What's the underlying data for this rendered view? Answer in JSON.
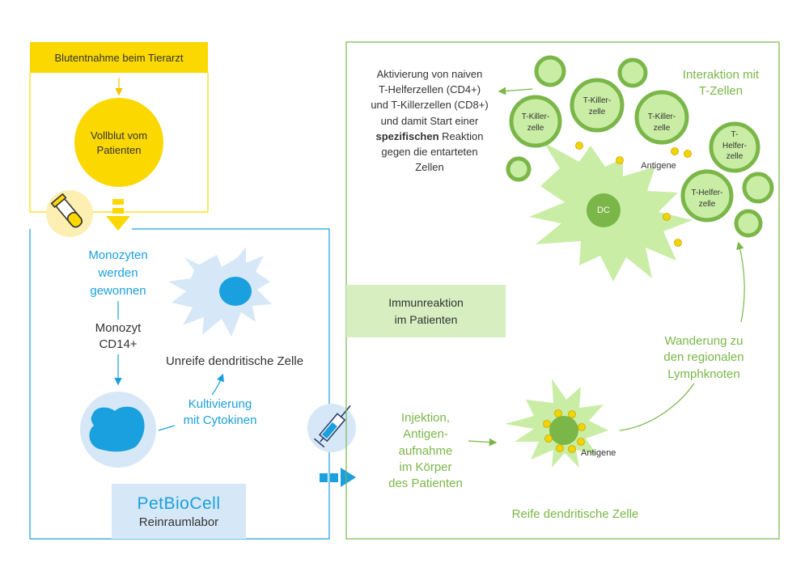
{
  "blood_draw": "Blutentnahme beim Tierarzt",
  "whole_blood": [
    "Vollblut vom",
    "Patienten"
  ],
  "monocytes_obtained": [
    "Monozyten",
    "werden",
    "gewonnen"
  ],
  "monocyte_cd14": [
    "Monozyt",
    "CD14+"
  ],
  "immature_dc": "Unreife dendritische Zelle",
  "cultivation": [
    "Kultivierung",
    "mit Cytokinen"
  ],
  "lab": {
    "logo": "PetBioCell",
    "name": "Reinraumlabor"
  },
  "immune_reaction": [
    "Immunreaktion",
    "im Patienten"
  ],
  "injection": [
    "Injektion,",
    "Antigen-",
    "aufnahme",
    "im Körper",
    "des Patienten"
  ],
  "mature_dc": "Reife dendritische Zelle",
  "antigens_mature": "Antigene",
  "migration": [
    "Wanderung zu",
    "den regionalen",
    "Lymphknoten"
  ],
  "interaction": [
    "Interaktion mit",
    "T-Zellen"
  ],
  "activation": {
    "line1": "Aktivierung von naiven",
    "line2": "T-Helferzellen (CD4+)",
    "line3": "und T-Killerzellen (CD8+)",
    "line4": "und damit Start einer",
    "line5_bold": "spezifischen",
    "line5_rest": " Reaktion",
    "line6": "gegen die entarteten",
    "line7": "Zellen"
  },
  "dc_label": "DC",
  "antigens_dc": "Antigene",
  "t_killer_1": [
    "T-Killer-",
    "zelle"
  ],
  "t_killer_2": [
    "T-Killer-",
    "zelle"
  ],
  "t_killer_3": [
    "T-Killer-",
    "zelle"
  ],
  "t_helper_1": [
    "T-",
    "Helfer-",
    "zelle"
  ],
  "t_helper_2": [
    "T-Helfer-",
    "zelle"
  ],
  "colors": {
    "yellow": "#fbd800",
    "blue": "#1aa0de",
    "light_blue": "#d6e8f7",
    "green": "#7ab648",
    "light_green": "#c9eda5",
    "green_box": "#d6eec0"
  }
}
